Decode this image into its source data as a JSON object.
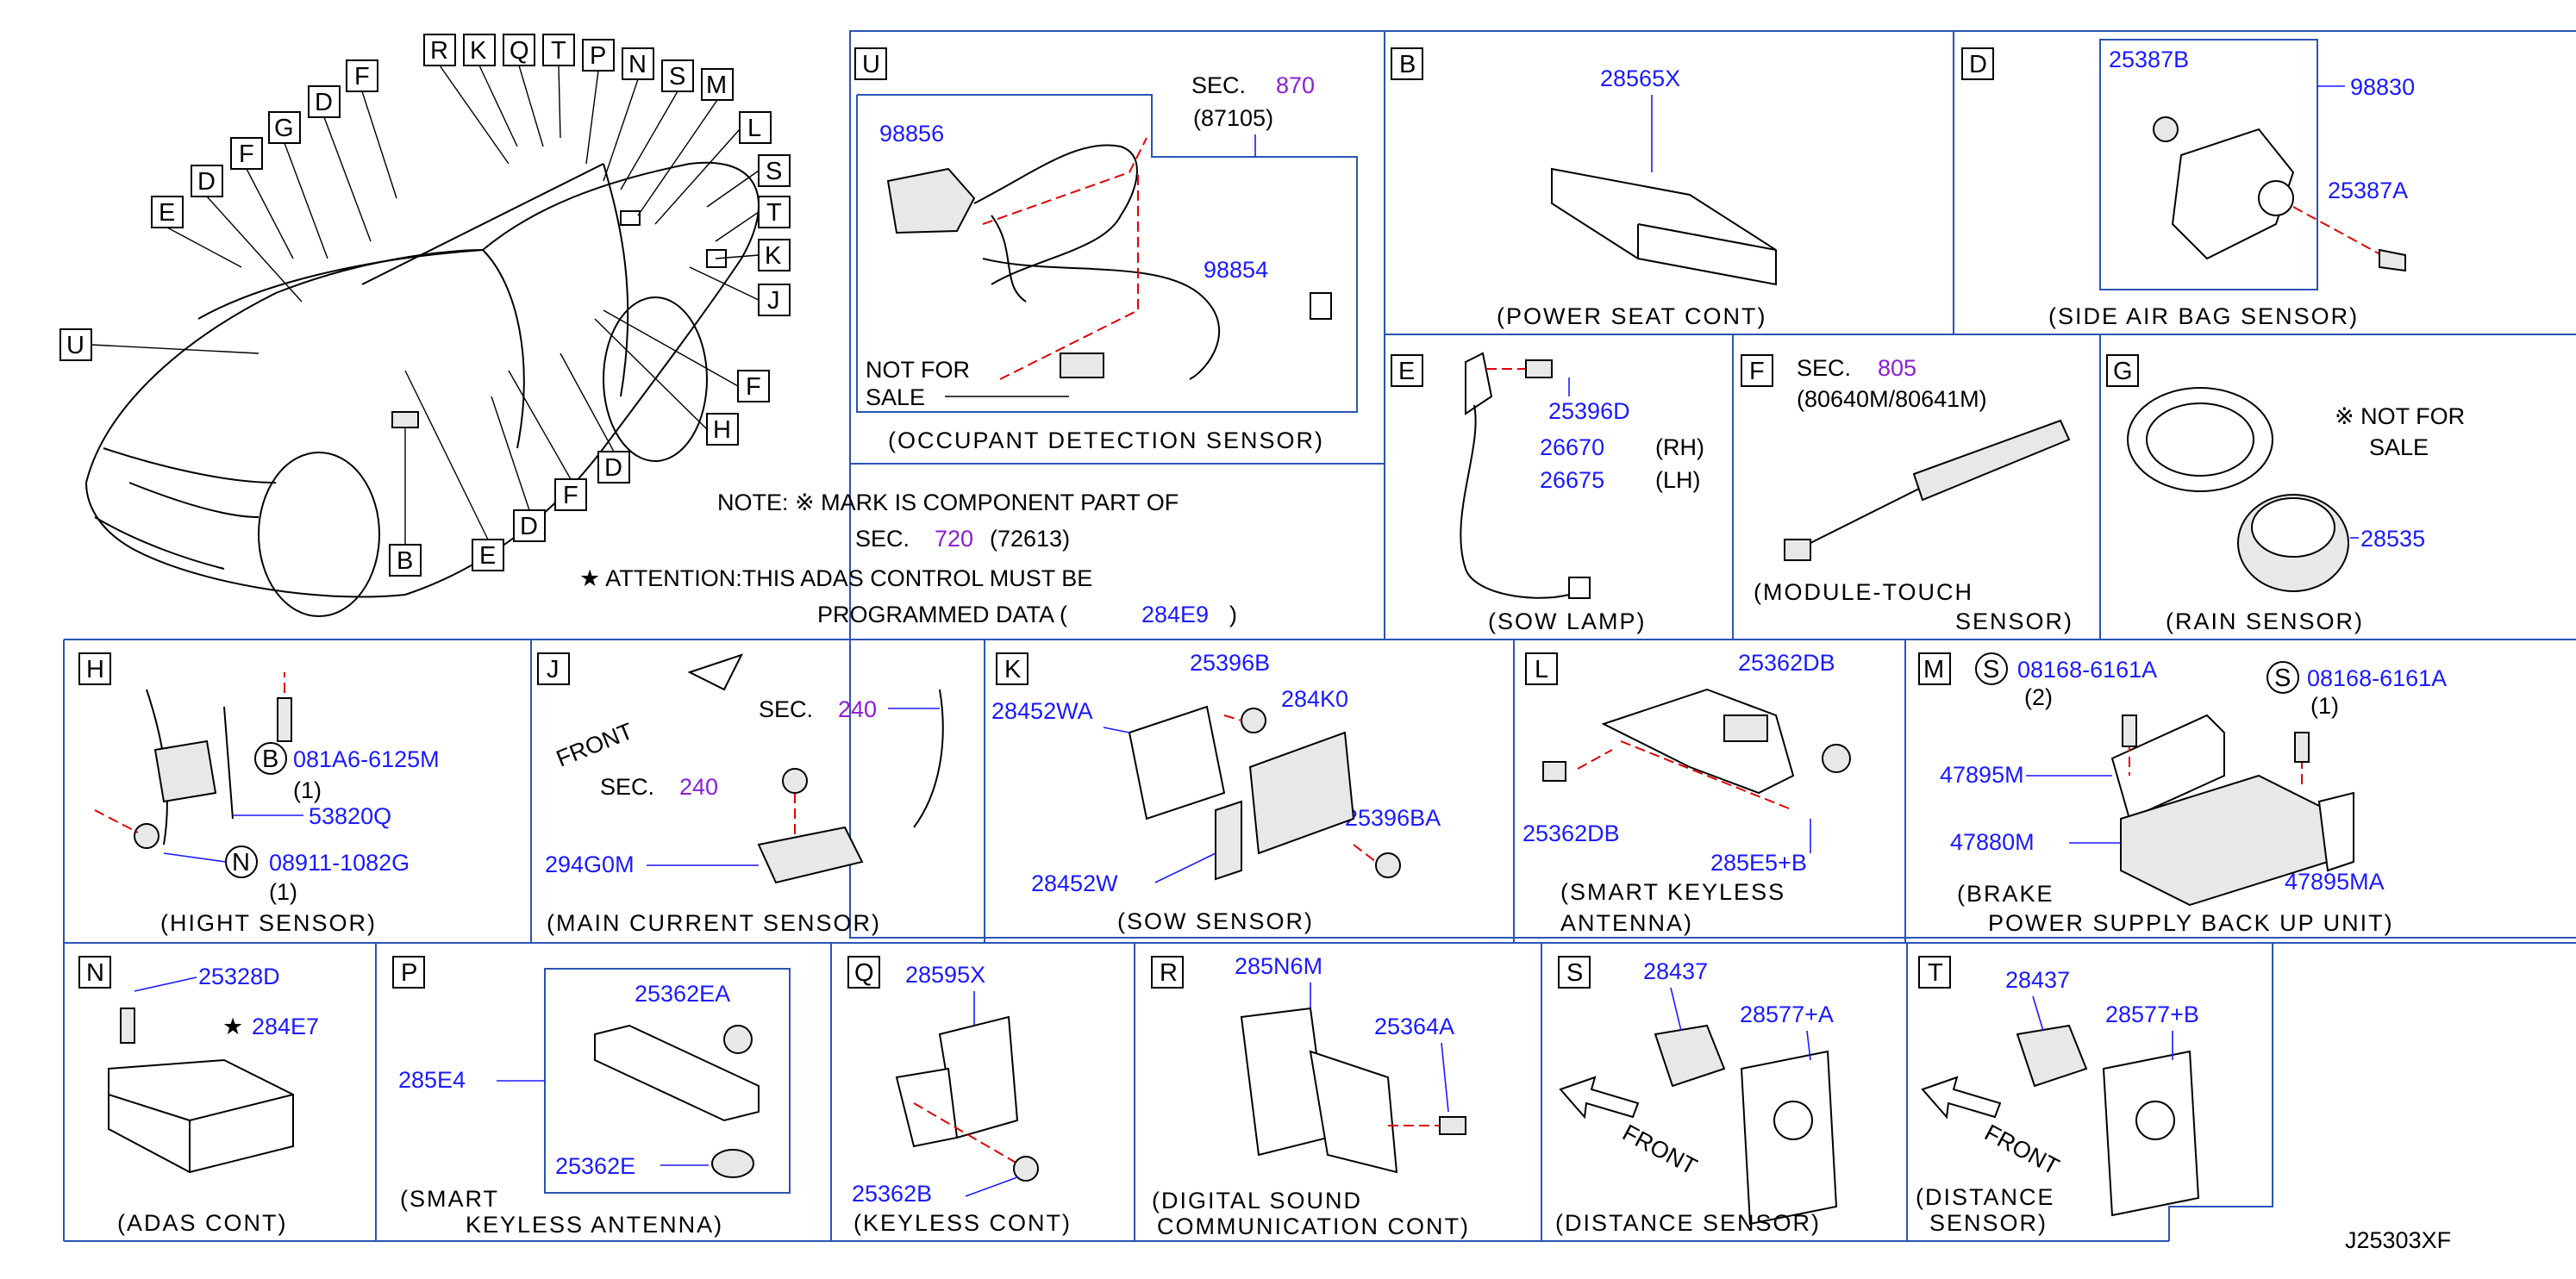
{
  "diagram_id": "J25303XF",
  "note": {
    "line1": "NOTE:  ※ MARK  IS  COMPONENT  PART  OF",
    "line2_a": "SEC.",
    "line2_sec": "720",
    "line2_b": "(72613)",
    "attn1": "★ ATTENTION:THIS  ADAS  CONTROL  MUST  BE",
    "attn2_a": "PROGRAMMED  DATA  (",
    "attn2_pn": "284E9",
    "attn2_b": ")"
  },
  "overview": {
    "letters": [
      "R",
      "K",
      "Q",
      "T",
      "P",
      "N",
      "S",
      "M",
      "F",
      "D",
      "G",
      "F",
      "D",
      "E",
      "L",
      "S",
      "T",
      "K",
      "J",
      "U",
      "F",
      "H",
      "D",
      "F",
      "D",
      "E",
      "B"
    ]
  },
  "panels": {
    "U": {
      "letter": "U",
      "sec_label": "SEC.",
      "sec_num": "870",
      "sec_ref": "(87105)",
      "parts": [
        "98856",
        "98854"
      ],
      "not_for_sale_1": "NOT  FOR",
      "not_for_sale_2": "SALE",
      "caption": "(OCCUPANT  DETECTION  SENSOR)"
    },
    "B": {
      "letter": "B",
      "parts": [
        "28565X"
      ],
      "caption": "(POWER  SEAT  CONT)"
    },
    "D": {
      "letter": "D",
      "parts": [
        "25387B",
        "98830",
        "25387A"
      ],
      "caption": "(SIDE  AIR  BAG  SENSOR)"
    },
    "E": {
      "letter": "E",
      "parts": [
        "25396D",
        "26670",
        "26675"
      ],
      "rh": "(RH)",
      "lh": "(LH)",
      "caption": "(SOW  LAMP)"
    },
    "F": {
      "letter": "F",
      "sec_label": "SEC.",
      "sec_num": "805",
      "sec_ref": "(80640M/80641M)",
      "caption1": "(MODULE-TOUCH",
      "caption2": "SENSOR)"
    },
    "G": {
      "letter": "G",
      "not_for_sale_1": "※ NOT  FOR",
      "not_for_sale_2": "SALE",
      "parts": [
        "28535"
      ],
      "caption": "(RAIN  SENSOR)"
    },
    "H": {
      "letter": "H",
      "circle_b": "B",
      "part_b": "081A6-6125M",
      "qty_b": "(1)",
      "parts": [
        "53820Q"
      ],
      "circle_n": "N",
      "part_n": "08911-1082G",
      "qty_n": "(1)",
      "caption": "(HIGHT  SENSOR)"
    },
    "J": {
      "letter": "J",
      "front": "FRONT",
      "sec_label": "SEC.",
      "sec_num_1": "240",
      "sec_num_2": "240",
      "parts": [
        "294G0M"
      ],
      "caption": "(MAIN  CURRENT  SENSOR)"
    },
    "K": {
      "letter": "K",
      "parts": [
        "25396B",
        "284K0",
        "28452WA",
        "25396BA",
        "28452W"
      ],
      "caption": "(SOW  SENSOR)"
    },
    "L": {
      "letter": "L",
      "parts": [
        "25362DB",
        "25362DB",
        "285E5+B"
      ],
      "caption1": "(SMART  KEYLESS",
      "caption2": "ANTENNA)"
    },
    "M": {
      "letter": "M",
      "circle_s": "S",
      "part_s1": "08168-6161A",
      "qty_s1": "(2)",
      "part_s2": "08168-6161A",
      "qty_s2": "(1)",
      "parts": [
        "47895M",
        "47880M",
        "47895MA"
      ],
      "caption1": "(BRAKE",
      "caption2": "POWER  SUPPLY  BACK  UP  UNIT)"
    },
    "N": {
      "letter": "N",
      "parts": [
        "25328D",
        "284E7"
      ],
      "star": "★",
      "caption": "(ADAS  CONT)"
    },
    "P": {
      "letter": "P",
      "parts": [
        "25362EA",
        "285E4",
        "25362E"
      ],
      "caption1": "(SMART",
      "caption2": "KEYLESS  ANTENNA)"
    },
    "Q": {
      "letter": "Q",
      "parts": [
        "28595X",
        "25362B"
      ],
      "caption": "(KEYLESS  CONT)"
    },
    "R": {
      "letter": "R",
      "parts": [
        "285N6M",
        "25364A"
      ],
      "caption1": "(DIGITAL  SOUND",
      "caption2": "COMMUNICATION  CONT)"
    },
    "S": {
      "letter": "S",
      "parts": [
        "28437",
        "28577+A"
      ],
      "front": "FRONT",
      "caption": "(DISTANCE  SENSOR)"
    },
    "T": {
      "letter": "T",
      "parts": [
        "28437",
        "28577+B"
      ],
      "front": "FRONT",
      "caption1": "(DISTANCE",
      "caption2": "SENSOR)"
    }
  },
  "colors": {
    "part_number": "#1a1aff",
    "section": "#8a1fd6",
    "frame": "#2a54b5",
    "dashed": "#e00000"
  }
}
